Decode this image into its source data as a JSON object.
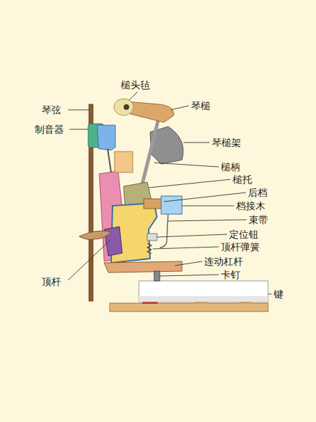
{
  "diagram": {
    "labels": [
      "槌头毡",
      "琴弦",
      "琴槌",
      "制音器",
      "琴槌架",
      "槌柄",
      "槌托",
      "后档",
      "档接木",
      "束带",
      "定位钮",
      "顶杆弹簧",
      "连动杠杆",
      "卡钉",
      "顶杆",
      "键"
    ]
  }
}
